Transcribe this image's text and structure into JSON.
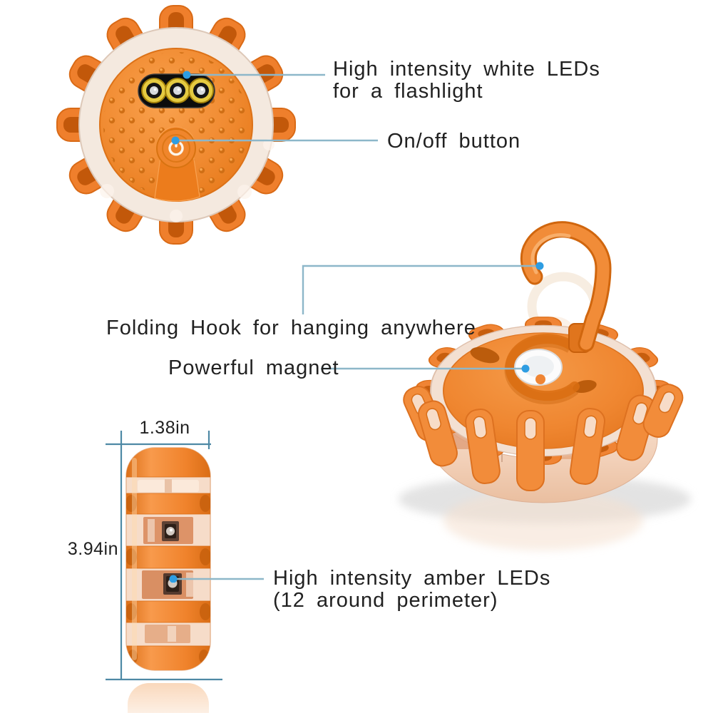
{
  "page": {
    "background": "#ffffff"
  },
  "palette": {
    "body_orange": "#f0832e",
    "deep_orange": "#d96c14",
    "lens_clear": "#f4e9df",
    "amber_band": "#e7ad86",
    "text": "#212121",
    "callout_line": "#8db7c9",
    "dimension_line": "#4e89a5",
    "anchor_dot": "#2e9de2",
    "led_yellow": "#e5cb41"
  },
  "callouts": {
    "white_leds": {
      "line1": "High intensity white LEDs",
      "line2": "for a flashlight"
    },
    "on_off": {
      "label": "On/off button"
    },
    "hook": {
      "label": "Folding Hook for hanging anywhere"
    },
    "magnet": {
      "label": "Powerful magnet"
    },
    "amber_leds": {
      "line1": "High intensity amber LEDs",
      "line2": "(12 around perimeter)"
    }
  },
  "dimensions": {
    "width": "1.38in",
    "height": "3.94in"
  }
}
